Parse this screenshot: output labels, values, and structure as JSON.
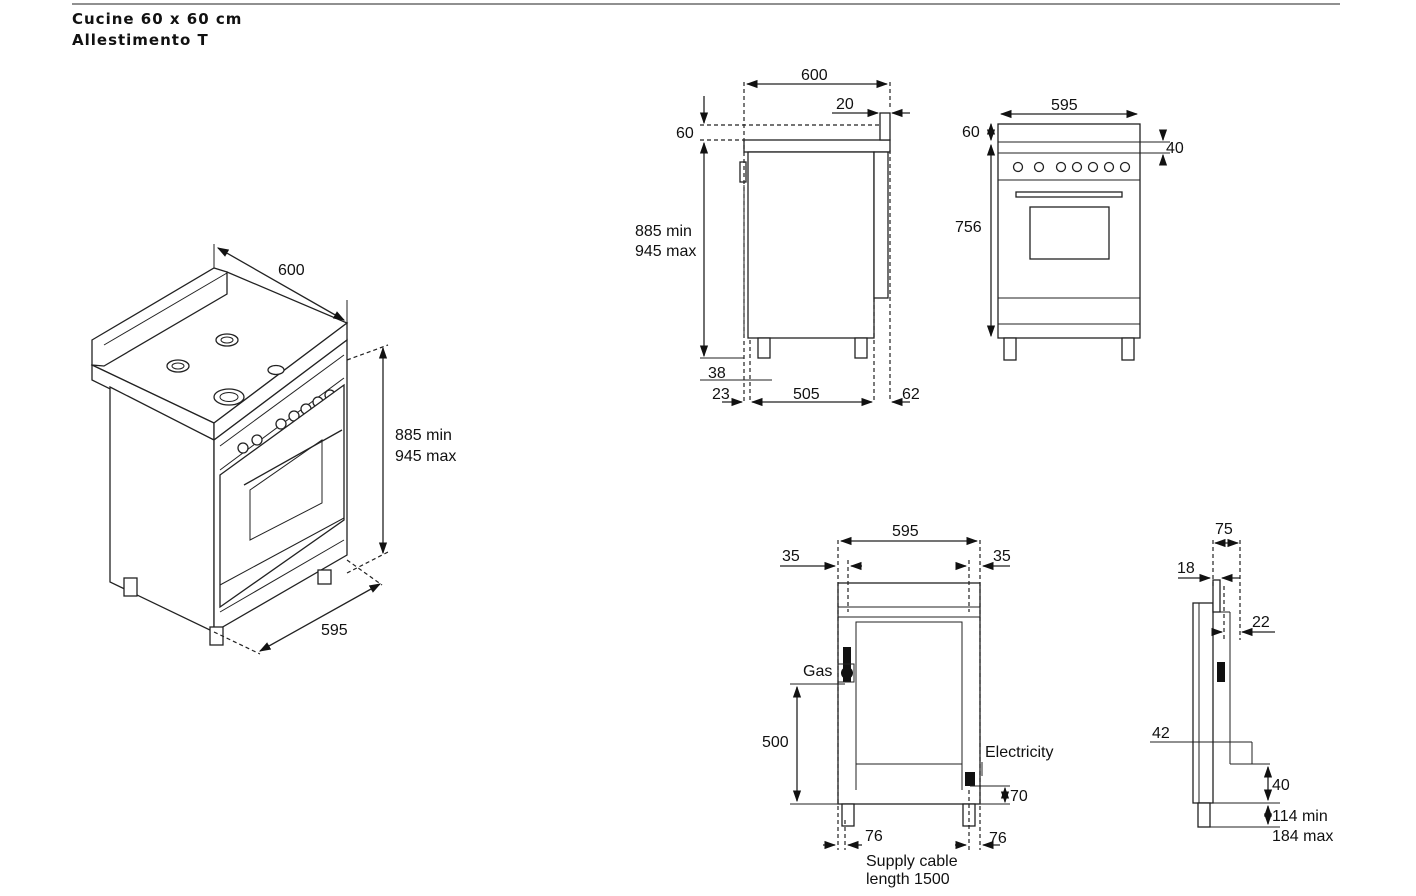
{
  "header": {
    "title_line1": "Cucine 60 x 60 cm",
    "title_line2": "Allestimento T"
  },
  "perspective": {
    "depth": "600",
    "height_min": "885 min",
    "height_max": "945 max",
    "width": "595"
  },
  "side_view": {
    "width": "600",
    "top_offset": "20",
    "backguard": "60",
    "height_min": "885 min",
    "height_max": "945 max",
    "foot": "38",
    "left_gap": "23",
    "base": "505",
    "right_gap": "62"
  },
  "front_view": {
    "width": "595",
    "backguard": "60",
    "panel": "40",
    "body": "756"
  },
  "rear_view": {
    "width": "595",
    "left_offset": "35",
    "right_offset": "35",
    "gas_label": "Gas",
    "gas_height": "500",
    "electricity_label": "Electricity",
    "electricity_height": "70",
    "left_foot": "76",
    "right_foot": "76",
    "cable_line1": "Supply cable",
    "cable_line2": "length 1500"
  },
  "detail_view": {
    "top_width": "75",
    "left_offset": "18",
    "connector": "22",
    "side_mark": "42",
    "gap": "40",
    "leg_min": "114 min",
    "leg_max": "184 max"
  }
}
